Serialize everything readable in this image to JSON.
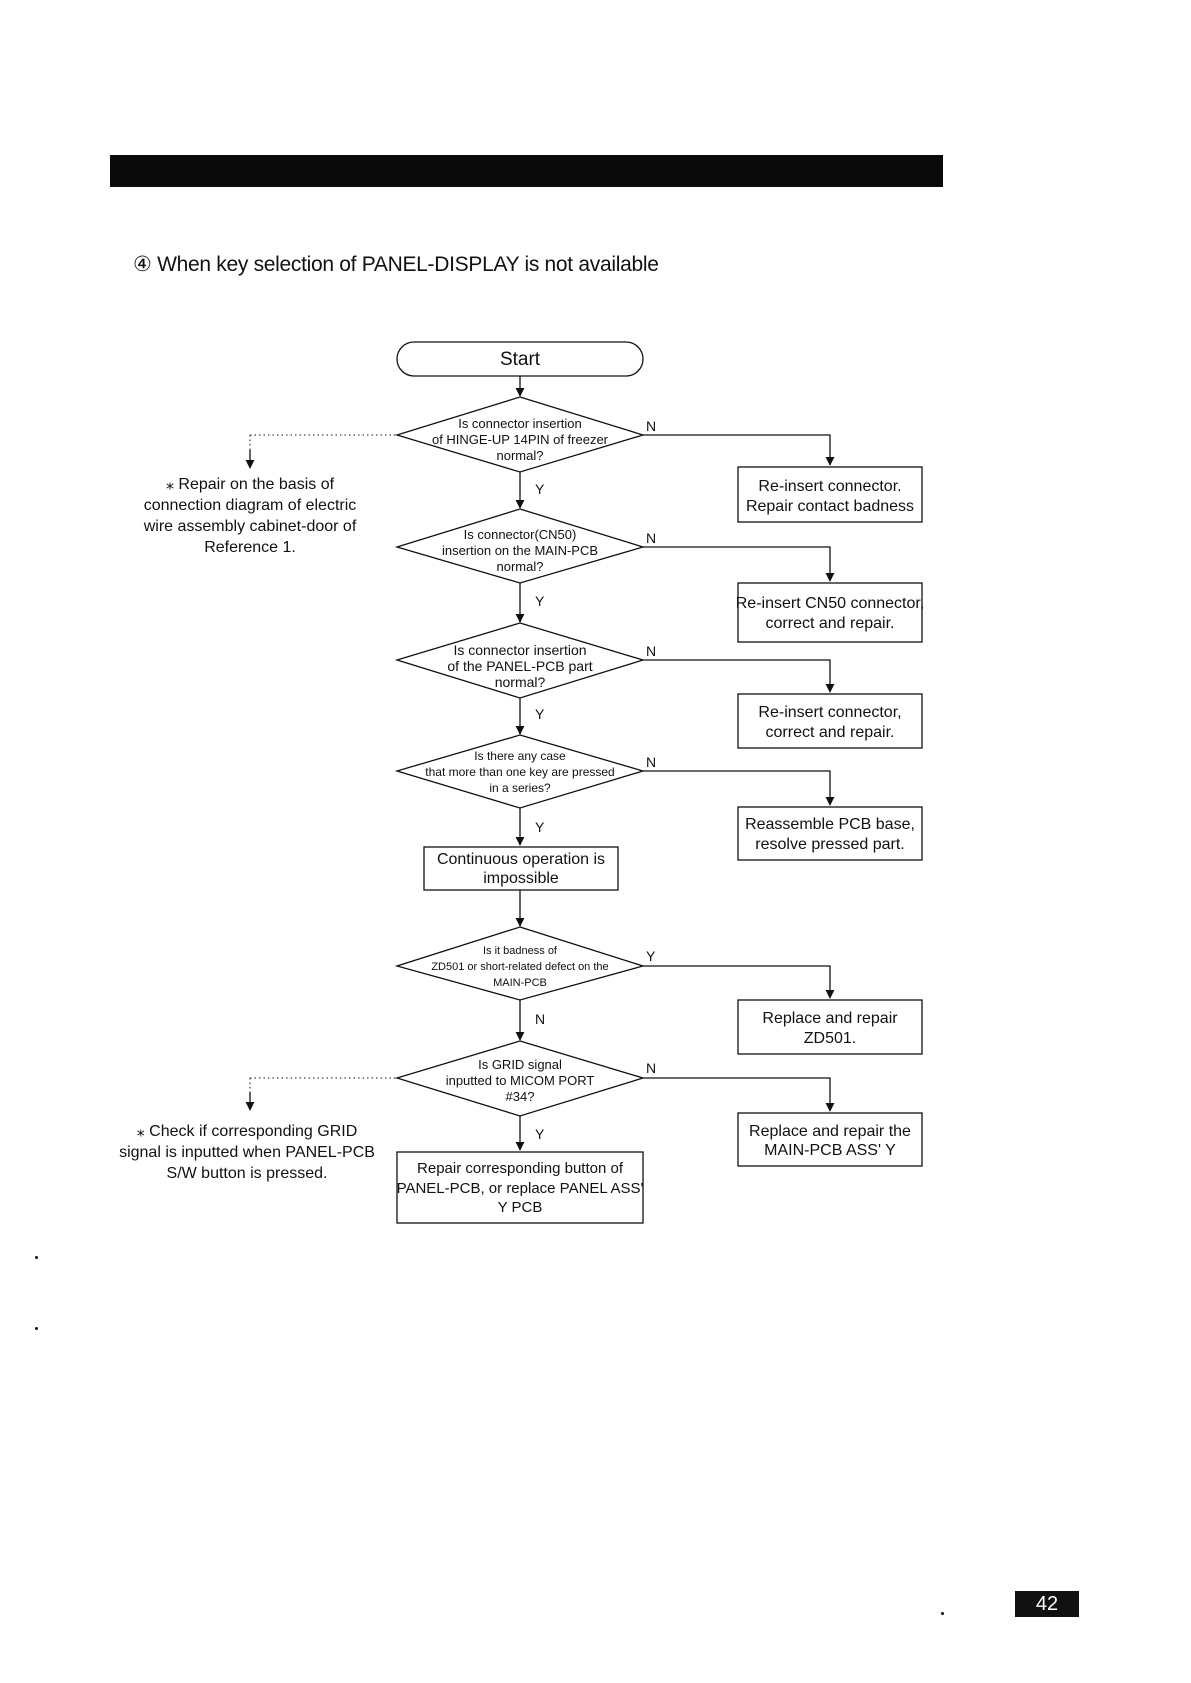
{
  "section": {
    "marker": "④",
    "title": "When key selection of PANEL-DISPLAY is not available"
  },
  "flowchart": {
    "start": "Start",
    "decisions": [
      {
        "lines": [
          "Is connector insertion",
          "of HINGE-UP 14PIN of freezer",
          "normal?"
        ],
        "yes": "Y",
        "no": "N"
      },
      {
        "lines": [
          "Is connector(CN50)",
          "insertion on the MAIN-PCB",
          "normal?"
        ],
        "yes": "Y",
        "no": "N"
      },
      {
        "lines": [
          "Is connector insertion",
          "of the PANEL-PCB part",
          "normal?"
        ],
        "yes": "Y",
        "no": "N"
      },
      {
        "lines": [
          "Is there any case",
          "that more than one key are pressed",
          "in a series?"
        ],
        "yes": "Y",
        "no": "N"
      },
      {
        "lines": [
          "Is it badness of",
          "ZD501 or short-related defect on the",
          "MAIN-PCB"
        ],
        "yes": "Y",
        "no": "N"
      },
      {
        "lines": [
          "Is GRID signal",
          "inputted to MICOM PORT",
          "#34?"
        ],
        "yes": "Y",
        "no": "N"
      }
    ],
    "actions": [
      {
        "lines": [
          "Re-insert connector.",
          "Repair contact badness"
        ]
      },
      {
        "lines": [
          "Re-insert CN50 connector,",
          "correct and repair."
        ]
      },
      {
        "lines": [
          "Re-insert connector,",
          "correct and repair."
        ]
      },
      {
        "lines": [
          "Reassemble PCB base,",
          "resolve pressed part."
        ]
      },
      {
        "lines": [
          "Replace and repair",
          "ZD501."
        ]
      },
      {
        "lines": [
          "Replace and repair the",
          "MAIN-PCB ASS' Y"
        ]
      }
    ],
    "continuous": {
      "lines": [
        "Continuous operation is",
        "impossible"
      ]
    },
    "final": {
      "lines": [
        "Repair corresponding button of",
        "PANEL-PCB, or replace PANEL ASS'",
        "Y PCB"
      ]
    }
  },
  "notes": [
    {
      "mark": "⁎",
      "lines": [
        "Repair on the basis of",
        "connection diagram of electric",
        "wire assembly cabinet-door of",
        "Reference 1."
      ]
    },
    {
      "mark": "⁎",
      "lines": [
        "Check if corresponding GRID",
        "signal is inputted when PANEL-PCB",
        "S/W button is pressed."
      ]
    }
  ],
  "page_number": "42"
}
